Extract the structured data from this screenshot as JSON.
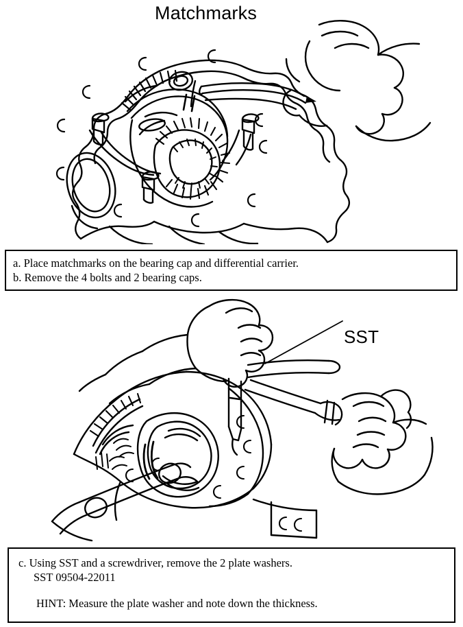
{
  "page": {
    "document_type": "service-manual-procedure",
    "background_color": "#ffffff",
    "ink_color": "#000000"
  },
  "figures": [
    {
      "id": "figure-matchmarks",
      "name": "differential-carrier-matchmarks-illustration",
      "description": "Line drawing of a differential carrier assembly with ring gear and bearing caps; a hand holds a marking tool placing matchmarks across the bearing cap and carrier.",
      "callout": {
        "name": "matchmarks-label",
        "text": "Matchmarks",
        "leader_style": "double-tapered-arrow"
      }
    },
    {
      "id": "figure-sst",
      "name": "sst-plate-washer-removal-illustration",
      "description": "Line drawing of the differential carrier on a bench; one hand holds a screwdriver from above while the other hand operates the SST bar tool to remove the plate washers.",
      "callout": {
        "name": "sst-label",
        "text": "SST",
        "leader_style": "single-straight-line"
      }
    }
  ],
  "instruction_boxes": [
    {
      "id": "instruction-box-1",
      "name": "matchmarks-instruction-box",
      "lines": [
        {
          "text": "a. Place matchmarks on the bearing cap and differential carrier.",
          "indent": 0
        },
        {
          "text": "b. Remove the 4 bolts and 2 bearing caps.",
          "indent": 0
        }
      ]
    },
    {
      "id": "instruction-box-2",
      "name": "sst-instruction-box",
      "lines": [
        {
          "text": "c. Using SST and a screwdriver, remove the 2 plate washers.",
          "indent": 0
        },
        {
          "text": "SST 09504-22011",
          "indent": 1
        },
        {
          "text": "",
          "indent": 0,
          "spacer": true
        },
        {
          "text": "HINT: Measure the plate washer and note down the thickness.",
          "indent": 2
        }
      ]
    }
  ],
  "text": {
    "label_matchmarks": "Matchmarks",
    "label_sst": "SST",
    "box1_line_a": "a. Place matchmarks on the bearing cap and differential carrier.",
    "box1_line_b": "b. Remove the 4 bolts and 2 bearing caps.",
    "box2_line_c": "c. Using SST and a screwdriver, remove the 2 plate washers.",
    "box2_line_sst": "SST 09504-22011",
    "box2_line_hint": "HINT: Measure the plate washer and note down the thickness."
  }
}
